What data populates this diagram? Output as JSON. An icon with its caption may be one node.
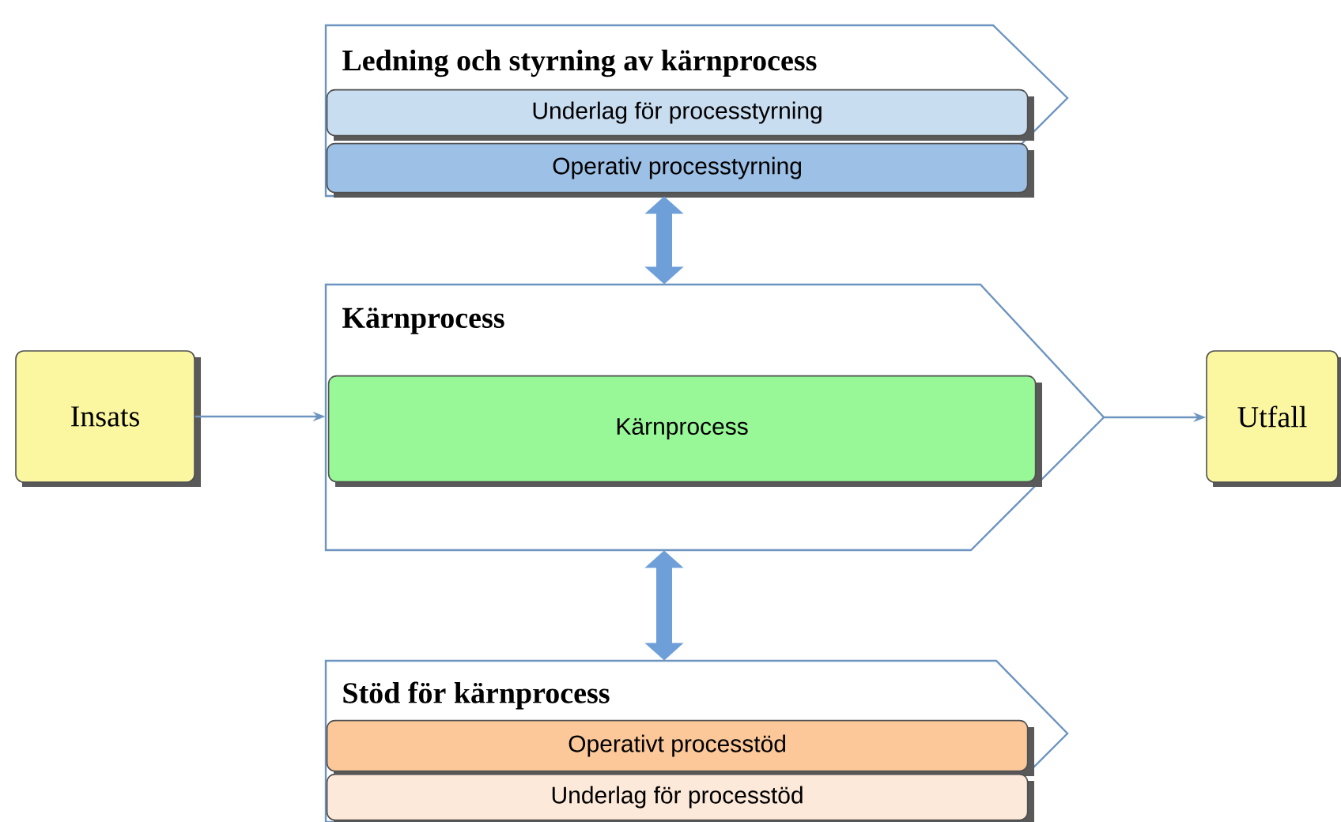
{
  "diagram": {
    "nodes": [
      {
        "text": [
          "Ledning och styrning av kärnprocess"
        ]
      },
      {
        "text": [
          "Underlag för processtyrning"
        ],
        "in": 0
      },
      {
        "text": [
          "Operativ processtyrning"
        ],
        "in": 0
      },
      {
        "text": [
          "Kärnprocess"
        ]
      },
      {
        "text": [
          "Kärnprocess"
        ],
        "in": 3
      },
      {
        "text": [
          "Insats"
        ]
      },
      {
        "text": [
          "Utfall"
        ]
      },
      {
        "text": [
          "Stöd för kärnprocess"
        ]
      },
      {
        "text": [
          "Operativt processtöd"
        ],
        "in": 7
      },
      {
        "text": [
          "Underlag för processtöd"
        ],
        "in": 7
      }
    ],
    "edges": [
      {
        "from": 0,
        "to": 3,
        "arrow": "both",
        "style": "thick",
        "color": "#6e9fd9"
      },
      {
        "from": 5,
        "to": 3,
        "arrow": "to"
      },
      {
        "from": 3,
        "to": 6,
        "arrow": "to"
      },
      {
        "from": 3,
        "to": 7,
        "arrow": "both",
        "style": "thick",
        "color": "#6e9fd9"
      }
    ]
  }
}
